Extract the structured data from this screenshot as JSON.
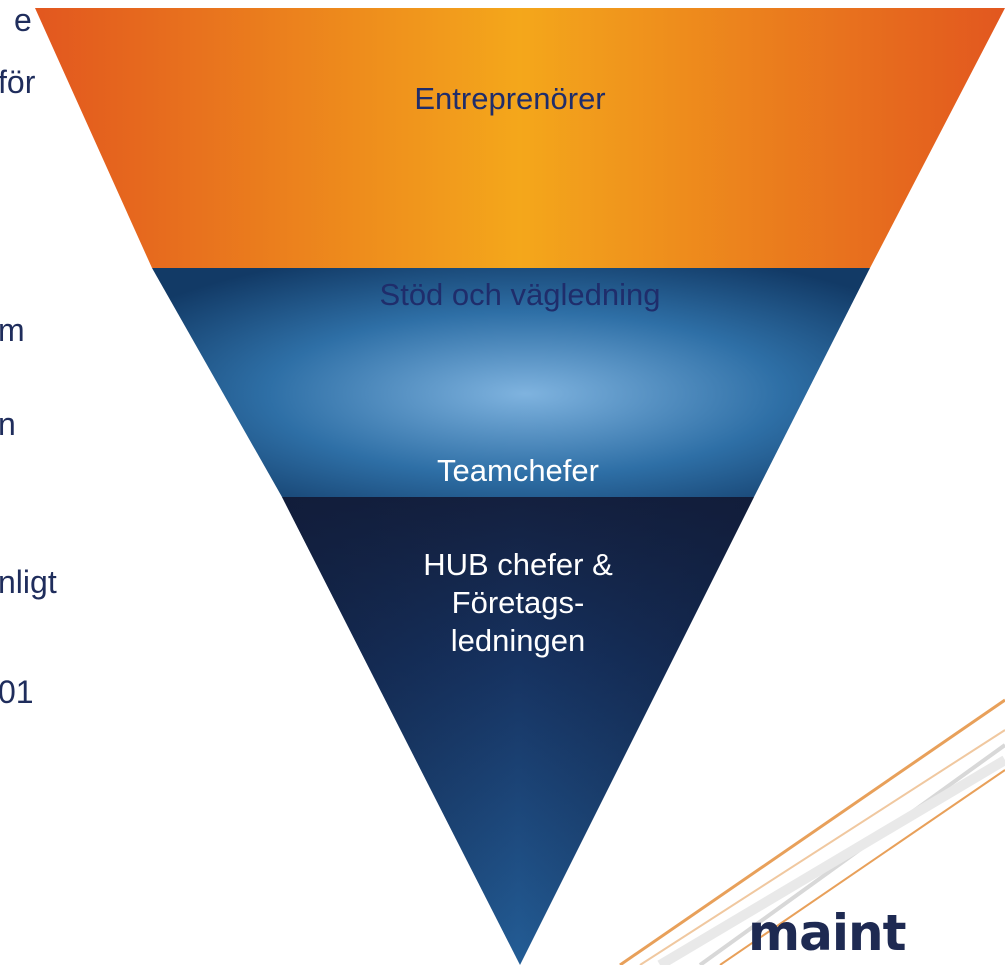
{
  "left_text_fragments": [
    "e",
    "för",
    "m",
    "n",
    "nligt",
    "01"
  ],
  "pyramid": {
    "tiers": [
      {
        "label": "Entreprenörer",
        "color": "#1f2d6b"
      },
      {
        "label": "Stöd och vägledning",
        "color": "#1f2d6b"
      },
      {
        "label": "Teamchefer",
        "color": "#ffffff"
      },
      {
        "label": "HUB chefer &\nFöretags-\nledningen",
        "color": "#ffffff"
      }
    ],
    "colors": {
      "orange_edge": "#e2571f",
      "orange_center": "#f4a71b",
      "blue_light": "#7fb3df",
      "blue_mid": "#2e6fa6",
      "blue_dark": "#123a66",
      "navy": "#14203f"
    }
  },
  "logo": {
    "text": "maint",
    "color": "#1e2a52"
  },
  "decorative_line_color": "#e8a05a"
}
